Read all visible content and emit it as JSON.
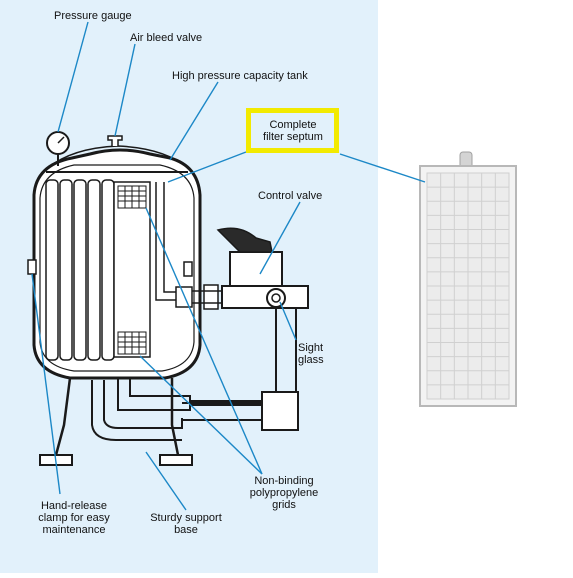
{
  "colors": {
    "panel_background": "#e2f1fb",
    "leader_line": "#1c88c7",
    "highlight_frame": "#f2ea00",
    "machine_outline": "#1a1a1a"
  },
  "labels": {
    "pressure_gauge": "Pressure gauge",
    "air_bleed_valve": "Air bleed valve",
    "high_pressure_tank": "High pressure capacity tank",
    "complete_filter_septum_line1": "Complete",
    "complete_filter_septum_line2": "filter septum",
    "control_valve": "Control valve",
    "sight_glass_line1": "Sight",
    "sight_glass_line2": "glass",
    "grids_line1": "Non-binding",
    "grids_line2": "polypropylene",
    "grids_line3": "grids",
    "clamp_line1": "Hand-release",
    "clamp_line2": "clamp for easy",
    "clamp_line3": "maintenance",
    "base_line1": "Sturdy support",
    "base_line2": "base"
  }
}
